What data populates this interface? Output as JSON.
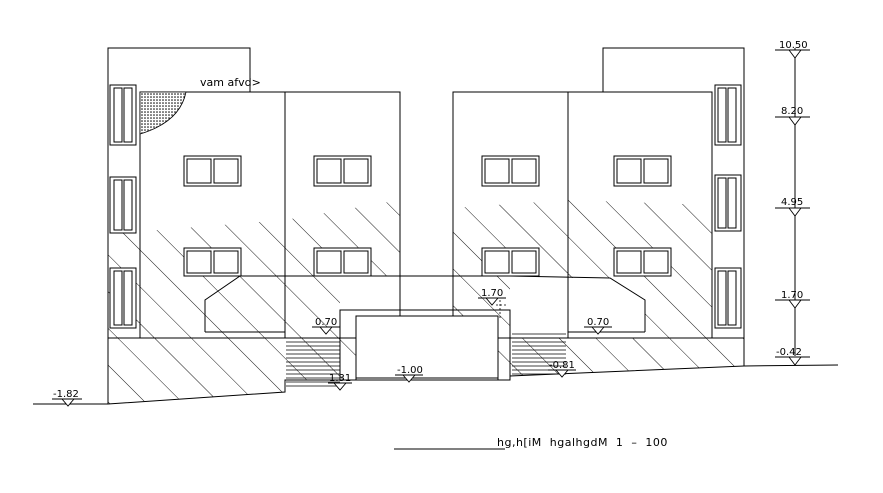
{
  "drawing": {
    "title_label": "vam afvd>",
    "caption": "hg,h[iM  hgalhgdM  1  –  100"
  },
  "levels_right": [
    "10.50",
    "8.20",
    "4.95",
    "1.70",
    "-0.42"
  ],
  "levels_ground": {
    "left": "-1.82",
    "stair_left": "0.70",
    "stair_right": "0.70",
    "gate_top": "1.70",
    "bottom_left": "1.31",
    "center": "-1.00",
    "bottom_right": "-0.81"
  }
}
